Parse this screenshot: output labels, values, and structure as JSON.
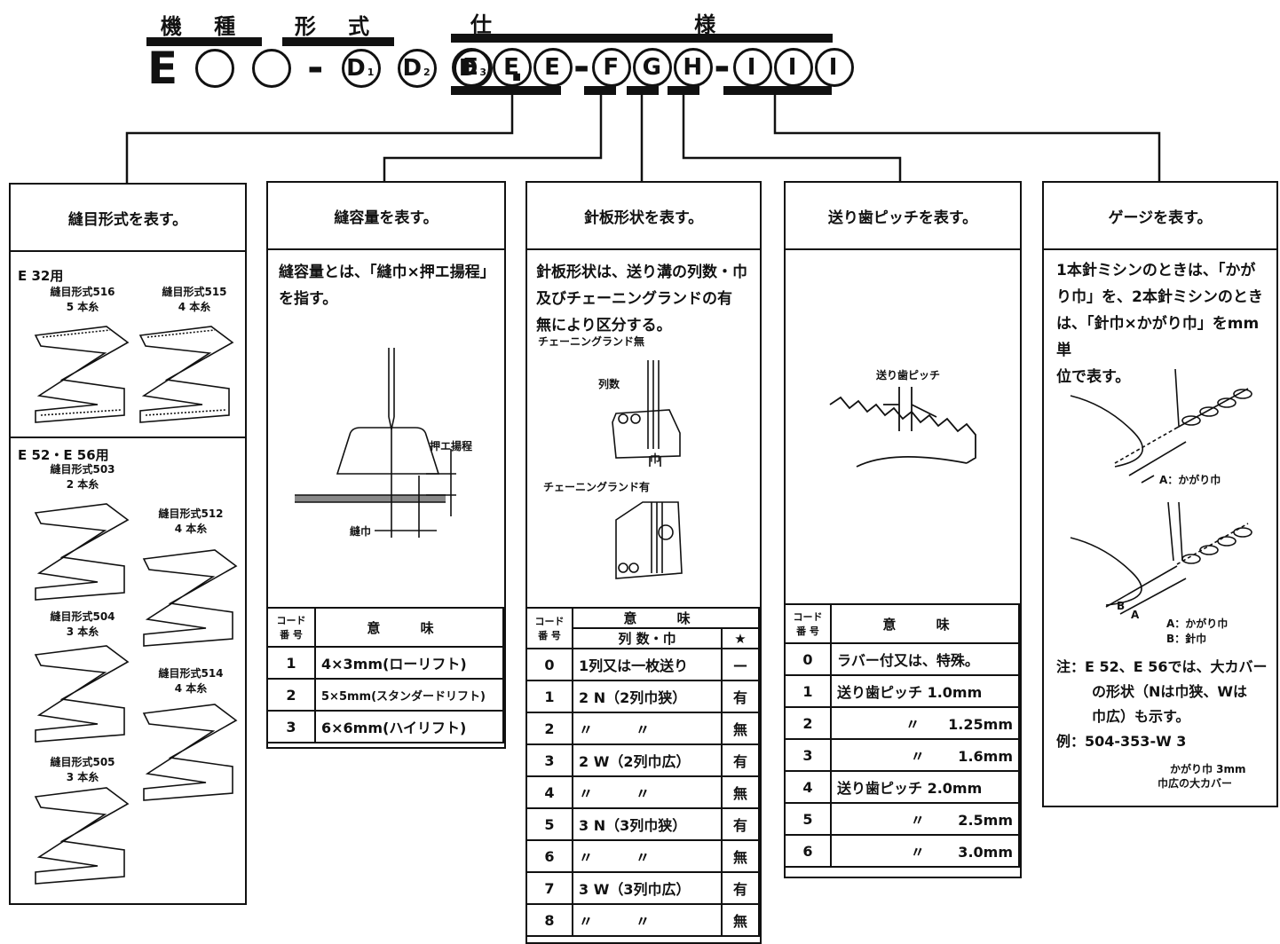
{
  "header": {
    "model_label": "機 種",
    "type_label": "形 式",
    "spec_label": "仕 様",
    "code_prefix": "E",
    "code_separator": "-",
    "code_dot": ".",
    "symbols": {
      "o1": "○",
      "o2": "○",
      "d1": "D",
      "d2": "D",
      "d3": "D",
      "e1": "E",
      "e2": "E",
      "e3": "E",
      "f": "F",
      "g": "G",
      "h": "H",
      "i1": "I",
      "i2": "I",
      "i3": "I",
      "d1_sub": "1",
      "d2_sub": "2",
      "d3_sub": "3"
    }
  },
  "col1": {
    "title": "縫目形式を表す。",
    "group1_title": "E 32用",
    "stitch516": "縫目形式516",
    "thread516": "5 本糸",
    "stitch515": "縫目形式515",
    "thread515": "4 本糸",
    "group2_title": "E 52・E 56用",
    "stitch503": "縫目形式503",
    "thread503": "2 本糸",
    "stitch512": "縫目形式512",
    "thread512": "4 本糸",
    "stitch504": "縫目形式504",
    "thread504": "3 本糸",
    "stitch514": "縫目形式514",
    "thread514": "4 本糸",
    "stitch505": "縫目形式505",
    "thread505": "3 本糸"
  },
  "col2": {
    "title": "縫容量を表す。",
    "desc1": "縫容量とは、「縫巾×押エ揚程」",
    "desc2": "を指す。",
    "label_lift": "押エ揚程",
    "label_width": "縫巾",
    "th_code": "コード番 号",
    "th_meaning": "意 味",
    "rows": [
      {
        "code": "1",
        "meaning": "4×3mm(ローリフト)"
      },
      {
        "code": "2",
        "meaning": "5×5mm(スタンダードリフト)"
      },
      {
        "code": "3",
        "meaning": "6×6mm(ハイリフト)"
      }
    ]
  },
  "col3": {
    "title": "針板形状を表す。",
    "desc1": "針板形状は、送り溝の列数・巾",
    "desc2": "及びチェーニングランドの有",
    "desc3": "無により区分する。",
    "label_no_gland": "チェーニングランド無",
    "label_rows": "列数",
    "label_width": "巾",
    "label_with_gland": "チェーニングランド有",
    "th_code": "コード番 号",
    "th_meaning": "意 味",
    "th_sub": "列 数・巾",
    "th_star": "★",
    "rows": [
      {
        "code": "0",
        "meaning": "1列又は一枚送り",
        "star": "—"
      },
      {
        "code": "1",
        "meaning": "2 N（2列巾狭）",
        "star": "有"
      },
      {
        "code": "2",
        "meaning": "〃　　　〃",
        "star": "無"
      },
      {
        "code": "3",
        "meaning": "2 W（2列巾広）",
        "star": "有"
      },
      {
        "code": "4",
        "meaning": "〃　　　〃",
        "star": "無"
      },
      {
        "code": "5",
        "meaning": "3 N（3列巾狭）",
        "star": "有"
      },
      {
        "code": "6",
        "meaning": "〃　　　〃",
        "star": "無"
      },
      {
        "code": "7",
        "meaning": "3 W（3列巾広）",
        "star": "有"
      },
      {
        "code": "8",
        "meaning": "〃　　　〃",
        "star": "無"
      }
    ]
  },
  "col4": {
    "title": "送り歯ピッチを表す。",
    "label_pitch": "送り歯ピッチ",
    "th_code": "コード番 号",
    "th_meaning": "意 味",
    "rows": [
      {
        "code": "0",
        "meaning": "ラバー付又は、特殊。"
      },
      {
        "code": "1",
        "meaning": "送り歯ピッチ 1.0mm"
      },
      {
        "code": "2",
        "meaning": "〃　　1.25mm"
      },
      {
        "code": "3",
        "meaning": "〃　　 1.6mm"
      },
      {
        "code": "4",
        "meaning": "送り歯ピッチ 2.0mm"
      },
      {
        "code": "5",
        "meaning": "〃　　 2.5mm"
      },
      {
        "code": "6",
        "meaning": "〃　　 3.0mm"
      }
    ]
  },
  "col5": {
    "title": "ゲージを表す。",
    "desc1": "1本針ミシンのときは、「かが",
    "desc2": "り巾」を、2本針ミシンのとき",
    "desc3": "は、「針巾×かがり巾」をmm単",
    "desc4": "位で表す。",
    "label_a1": "A：かがり巾",
    "label_a2": "A：かがり巾",
    "label_b": "B：針巾",
    "label_letter_a": "A",
    "label_letter_b": "B",
    "note1": "注：E 52、E 56では、大カバー",
    "note2": "の形状（Nは巾狭、Wは",
    "note3": "巾広）も示す。",
    "example": "例：504-353-W 3",
    "ex_label1": "かがり巾 3mm",
    "ex_label2": "巾広の大カバー"
  }
}
